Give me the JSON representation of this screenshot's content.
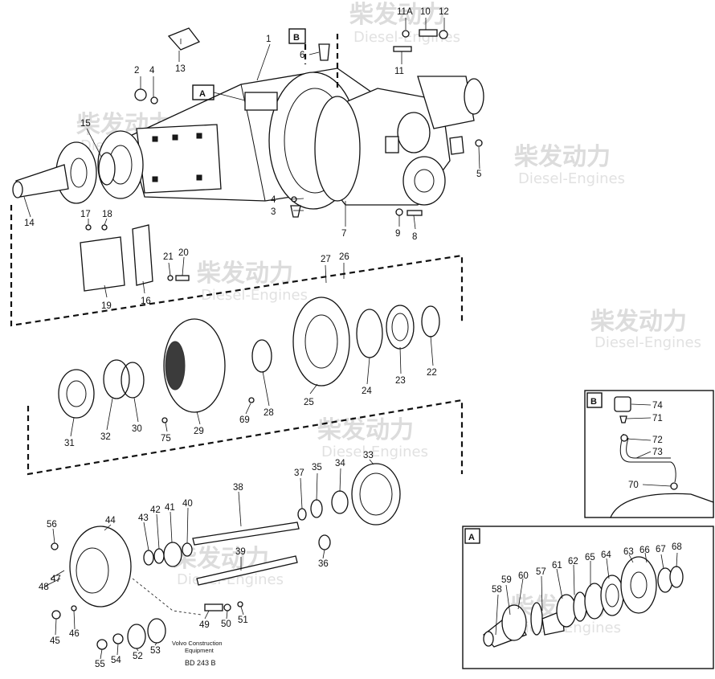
{
  "watermark": {
    "cn": "柴发动力",
    "en": "Diesel-Engines"
  },
  "callouts": {
    "c11a": "11A",
    "c10": "10",
    "c12": "12",
    "c1": "1",
    "c6": "6",
    "c13": "13",
    "c2": "2",
    "c4a": "4",
    "c11": "11",
    "c15": "15",
    "c5": "5",
    "c4b": "4",
    "c3": "3",
    "c7": "7",
    "c9": "9",
    "c8": "8",
    "c14": "14",
    "c17": "17",
    "c18": "18",
    "c21": "21",
    "c20": "20",
    "c19": "19",
    "c16": "16",
    "c27": "27",
    "c26": "26",
    "c22": "22",
    "c23": "23",
    "c24": "24",
    "c25": "25",
    "c28": "28",
    "c69": "69",
    "c29": "29",
    "c75": "75",
    "c30": "30",
    "c32": "32",
    "c31": "31",
    "c33": "33",
    "c34": "34",
    "c35": "35",
    "c37": "37",
    "c38": "38",
    "c36": "36",
    "c39": "39",
    "c56": "56",
    "c44": "44",
    "c43": "43",
    "c42": "42",
    "c41": "41",
    "c40": "40",
    "c47": "47",
    "c48": "48",
    "c45": "45",
    "c46": "46",
    "c49": "49",
    "c50": "50",
    "c51": "51",
    "c52": "52",
    "c53": "53",
    "c54": "54",
    "c55": "55",
    "c74": "74",
    "c71": "71",
    "c72": "72",
    "c73": "73",
    "c70": "70",
    "c58": "58",
    "c59": "59",
    "c60": "60",
    "c57": "57",
    "c61": "61",
    "c62": "62",
    "c65": "65",
    "c64": "64",
    "c63": "63",
    "c66": "66",
    "c67": "67",
    "c68": "68"
  },
  "tags": {
    "a_main": "A",
    "b_main": "B",
    "b_inset": "B",
    "a_inset": "A"
  },
  "caption": {
    "line1": "Volvo Construction",
    "line2": "Equipment",
    "code": "BD 243 B"
  }
}
